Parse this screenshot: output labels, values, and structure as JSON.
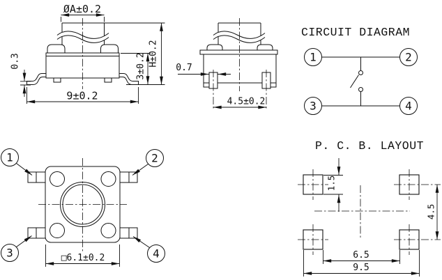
{
  "front_view": {
    "dim_diameter": "ØA±0.2",
    "dim_lead_thickness": "0.3",
    "dim_width": "9±0.2",
    "dim_body_height": "3±0.2",
    "dim_total_height": "H±0.2"
  },
  "side_view": {
    "dim_lead_width": "0.7",
    "dim_lead_pitch": "4.5±0.2"
  },
  "circuit_diagram": {
    "title": "CIRCUIT DIAGRAM",
    "pin1": "1",
    "pin2": "2",
    "pin3": "3",
    "pin4": "4"
  },
  "top_view": {
    "dim_body": "□6.1±0.2",
    "pin1": "1",
    "pin2": "2",
    "pin3": "3",
    "pin4": "4"
  },
  "pcb_layout": {
    "title": "P. C. B. LAYOUT",
    "dim_pad_height": "1.5",
    "dim_row_pitch": "4.5",
    "dim_inner_span": "6.5",
    "dim_outer_span": "9.5"
  },
  "colors": {
    "line": "#111111",
    "background": "#ffffff"
  }
}
